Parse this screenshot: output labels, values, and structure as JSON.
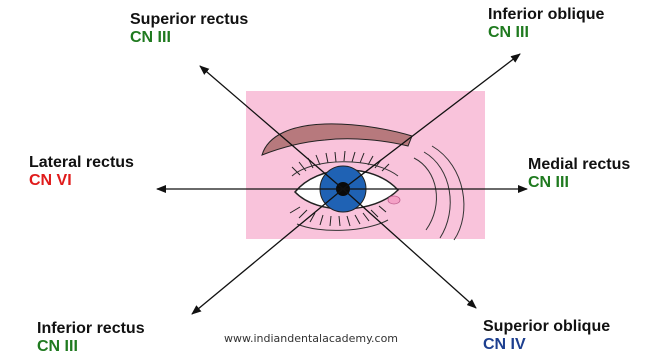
{
  "colors": {
    "pink_panel": "#f9c3db",
    "arrow": "#111111",
    "brow": "#b7797d",
    "iris": "#1f62b4",
    "nerve_green": "#1f7a1f",
    "nerve_red": "#e01b1b",
    "nerve_blue": "#1d3f8f"
  },
  "muscles": {
    "superior_rectus": {
      "name": "Superior rectus",
      "nerve": "CN III",
      "nerve_color": "#1f7a1f"
    },
    "inferior_oblique": {
      "name": "Inferior oblique",
      "nerve": "CN III",
      "nerve_color": "#1f7a1f"
    },
    "lateral_rectus": {
      "name": "Lateral rectus",
      "nerve": "CN VI",
      "nerve_color": "#e01b1b"
    },
    "medial_rectus": {
      "name": "Medial rectus",
      "nerve": "CN III",
      "nerve_color": "#1f7a1f"
    },
    "inferior_rectus": {
      "name": "Inferior rectus",
      "nerve": "CN III",
      "nerve_color": "#1f7a1f"
    },
    "superior_oblique": {
      "name": "Superior oblique",
      "nerve": "CN IV",
      "nerve_color": "#1d3f8f"
    }
  },
  "footer": {
    "text": "www.indiandentalacademy.com"
  }
}
